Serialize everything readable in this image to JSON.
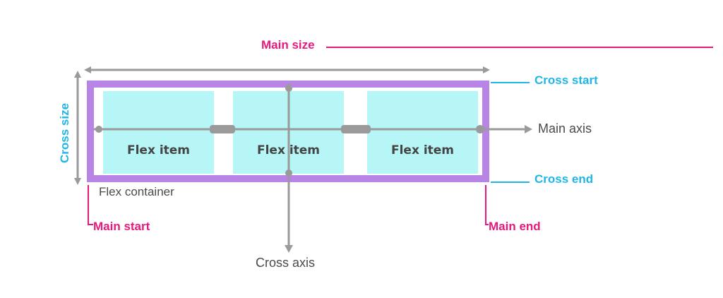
{
  "labels": {
    "main_size": "Main size",
    "cross_start": "Cross start",
    "cross_end": "Cross end",
    "cross_size": "Cross size",
    "main_axis": "Main axis",
    "cross_axis": "Cross axis",
    "flex_container": "Flex container",
    "main_start": "Main start",
    "main_end": "Main end"
  },
  "items": [
    {
      "label": "Flex item"
    },
    {
      "label": "Flex item"
    },
    {
      "label": "Flex item"
    }
  ],
  "colors": {
    "main": "#e8197c",
    "cross": "#1fb6e8",
    "container_border": "#b884e6",
    "item_fill": "#b7f6f6",
    "axis": "#9a9a9a"
  }
}
